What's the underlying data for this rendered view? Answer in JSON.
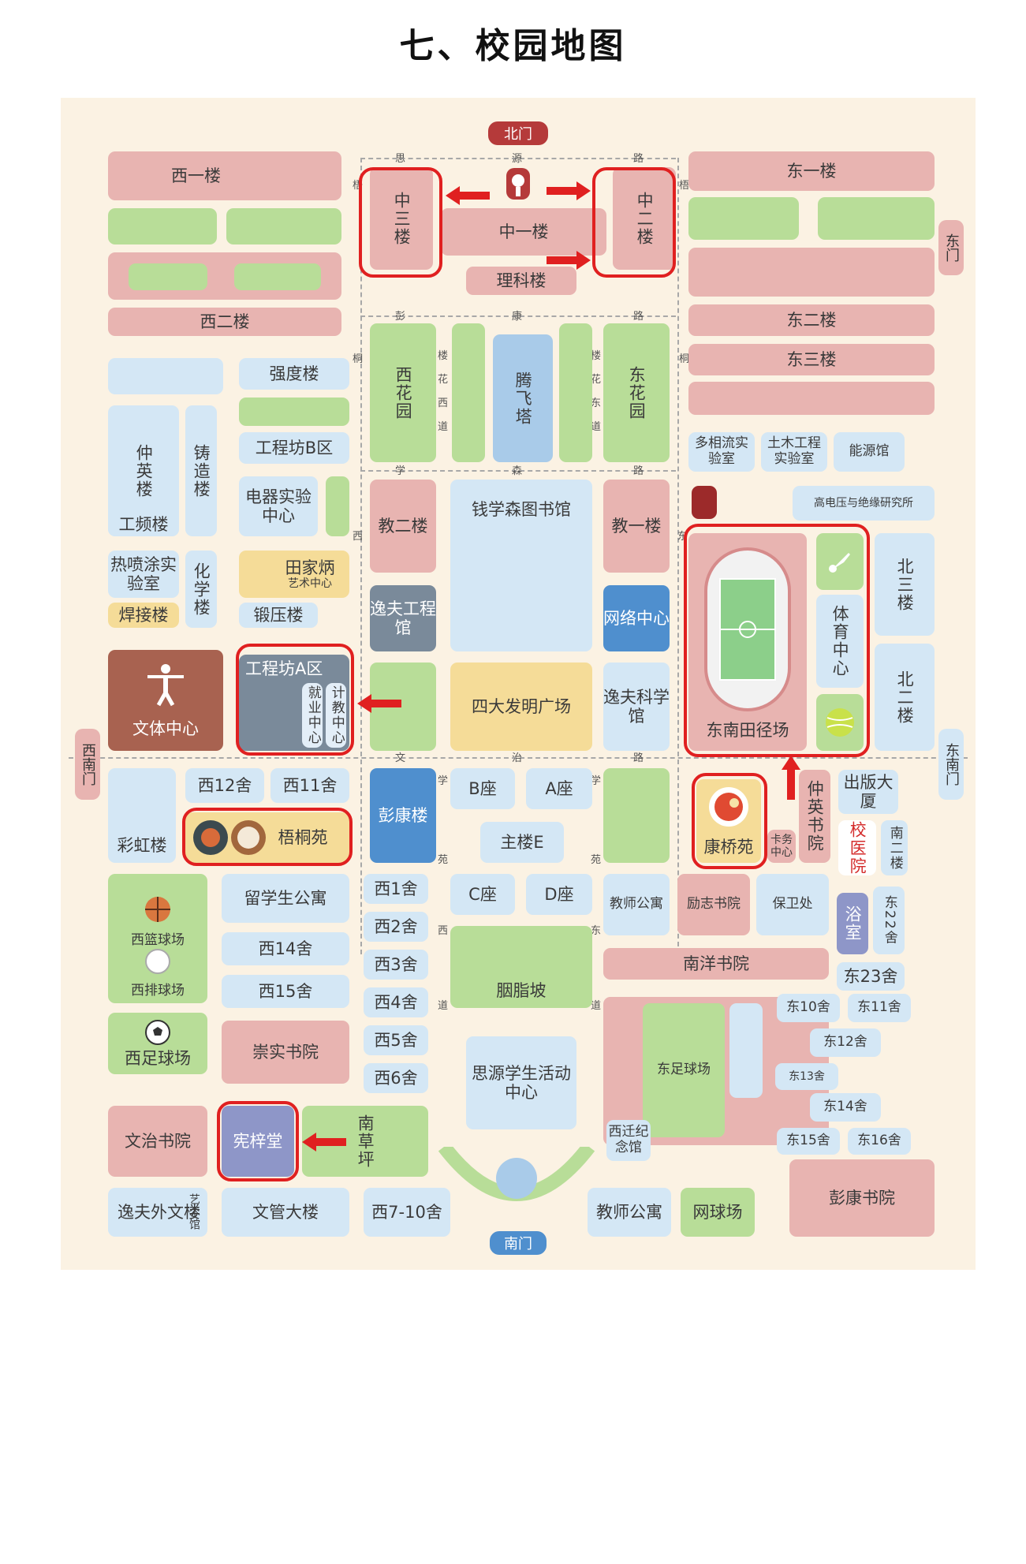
{
  "title": "七、校园地图",
  "gates": {
    "north": "北门",
    "east": "东门",
    "southeast": "东南门",
    "southwest": "西南门",
    "south": "南门"
  },
  "roads": {
    "siyuan": [
      "思",
      "源",
      "路"
    ],
    "pengkang": [
      "彭",
      "康",
      "路"
    ],
    "xuesen": [
      "学",
      "森",
      "路"
    ],
    "wenzhi": [
      "文",
      "治",
      "路"
    ],
    "tongwu": "梧",
    "tongdong": "桐",
    "west_road": "西",
    "east_road": "东",
    "west_lane": [
      "学",
      "苑",
      "西",
      "道"
    ],
    "east_lane": [
      "学",
      "苑",
      "东",
      "道"
    ],
    "west_flower_lane": [
      "楼",
      "花",
      "西",
      "道"
    ],
    "east_flower_lane": [
      "楼",
      "花",
      "东",
      "道"
    ]
  },
  "buildings": {
    "xi_yi": "西一楼",
    "xi_er": "西二楼",
    "zhong_san": "中三楼",
    "zhong_yi": "中一楼",
    "zhong_er": "中二楼",
    "like": "理科楼",
    "dong_yi": "东一楼",
    "dong_er": "东二楼",
    "dong_san": "东三楼",
    "qiangdu": "强度楼",
    "gongchengfang_b": "工程坊B区",
    "zhongying": "仲英楼",
    "gongpin": "工频楼",
    "zhuzao": "铸造楼",
    "dianqi": "电器实验中心",
    "xi_huayuan": "西花园",
    "tengfei": "腾飞塔",
    "dong_huayuan": "东花园",
    "duoxiangliu": "多相流实验室",
    "tumu": "土木工程实验室",
    "nengyuan": "能源馆",
    "gaodianya": "高电压与绝缘研究所",
    "jiao_er": "教二楼",
    "library": "钱学森图书馆",
    "jiao_yi": "教一楼",
    "penjiao": "热喷涂实验室",
    "huaxue": "化学楼",
    "hanjie": "焊接楼",
    "tianjiabing": "田家炳",
    "tianjiabing_sub": "艺术中心",
    "duanya": "锻压楼",
    "yifu_gc": "逸夫工程馆",
    "wangluo": "网络中心",
    "wenti": "文体中心",
    "gongchengfang_a": "工程坊A区",
    "jisuan": "计教中心",
    "jiuye": "就业中心",
    "sida": "四大发明广场",
    "yifu_kx": "逸夫科学馆",
    "tianjing": "东南田径场",
    "tiyu": "体育中心",
    "bei_san": "北三楼",
    "bei_er": "北二楼",
    "xi12": "西12舍",
    "xi11": "西11舍",
    "caihong": "彩虹楼",
    "wutong": "梧桐苑",
    "pengkang_lou": "彭康楼",
    "b_zuo": "B座",
    "a_zuo": "A座",
    "zhulou_e": "主楼E",
    "kangqiao": "康桥苑",
    "kawu": "卡务中心",
    "zhongying_sy": "仲英书院",
    "chuban": "出版大厦",
    "xiaoyiyuan": "校医院",
    "nan_er": "南二楼",
    "liuxue": "留学生公寓",
    "xi1": "西1舍",
    "xi2": "西2舍",
    "xi3": "西3舍",
    "xi4": "西4舍",
    "xi5": "西5舍",
    "xi6": "西6舍",
    "xi14": "西14舍",
    "xi15": "西15舍",
    "c_zuo": "C座",
    "d_zuo": "D座",
    "jiaoshi_1": "教师公寓",
    "lizhi": "励志书院",
    "baowei": "保卫处",
    "yushi": "浴室",
    "dong22": "东22舍",
    "xilan": "西篮球场",
    "xipai": "西排球场",
    "xizu": "西足球场",
    "chongshi": "崇实书院",
    "yanzhi": "胭脂坡",
    "nanyang": "南洋书院",
    "dong23": "东23舍",
    "dong10": "东10舍",
    "dong11": "东11舍",
    "dong12": "东12舍",
    "dong13": "东13舍",
    "dong14": "东14舍",
    "dong15": "东15舍",
    "dong16": "东16舍",
    "siyuan_center": "思源学生活动中心",
    "dongzu": "东足球场",
    "xiqian": "西迁纪念馆",
    "wenzhi_sy": "文治书院",
    "xianzi": "宪梓堂",
    "nancaoping": "南草坪",
    "yifu_wai": "逸夫外文楼",
    "yishu": "艺术馆",
    "wenguan": "文管大楼",
    "xi7_10": "西7-10舍",
    "jiaoshi_2": "教师公寓",
    "wangqiu": "网球场",
    "pengkang_sy": "彭康书院"
  },
  "colors": {
    "highlight": "#e02020",
    "pink": "#e8b4b1",
    "green": "#b8dd98",
    "blue": "#d4e7f5",
    "gate": "#b53a3a"
  }
}
